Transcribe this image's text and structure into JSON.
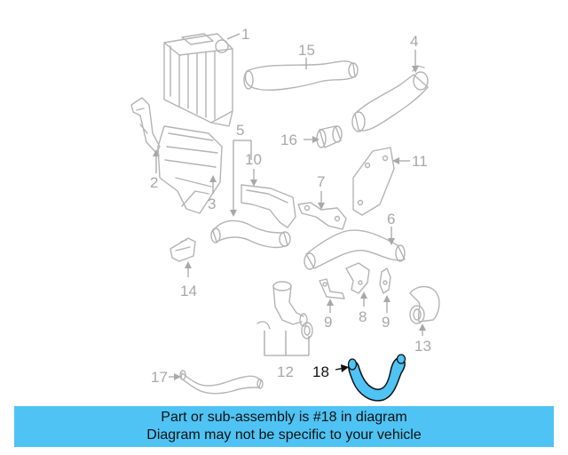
{
  "labels": {
    "p1": "1",
    "p2": "2",
    "p3": "3",
    "p4": "4",
    "p5": "5",
    "p6": "6",
    "p7": "7",
    "p8": "8",
    "p9a": "9",
    "p9b": "9",
    "p10": "10",
    "p11": "11",
    "p12": "12",
    "p13": "13",
    "p14": "14",
    "p15": "15",
    "p16": "16",
    "p17": "17",
    "p18": "18"
  },
  "banner": {
    "line1": "Part or sub-assembly is #18 in diagram",
    "line2": "Diagram may not be specific to your vehicle"
  },
  "colors": {
    "highlight_fill": "#4ec3f4",
    "highlight_stroke": "#111111",
    "banner_bg": "#4ec3f4",
    "part_stroke": "#b4b4b4"
  }
}
